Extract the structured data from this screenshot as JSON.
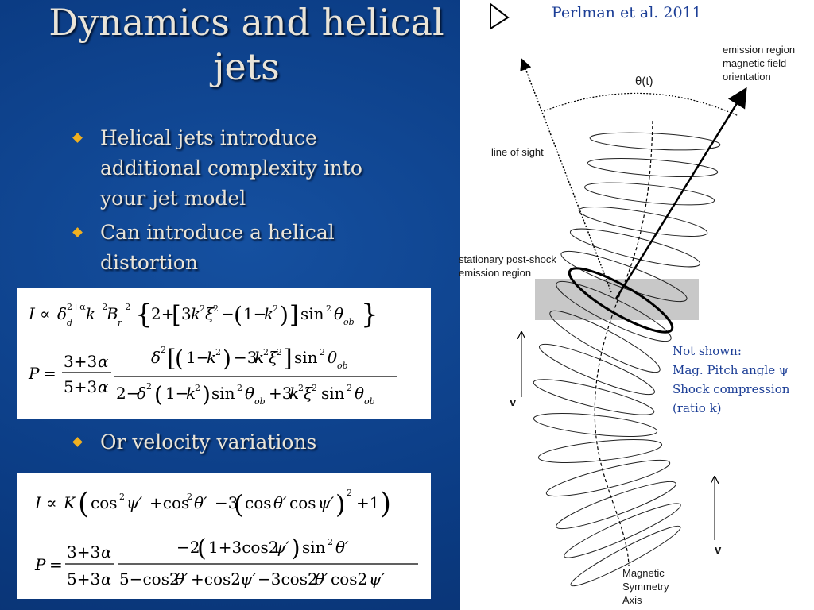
{
  "slide": {
    "title_line1": "Dynamics and helical",
    "title_line2": "jets",
    "bullets": [
      {
        "lines": [
          "Helical jets introduce",
          "additional complexity into",
          "your jet model"
        ]
      },
      {
        "lines": [
          "Can introduce a helical",
          "distortion"
        ]
      }
    ],
    "bullet3": "Or velocity variations",
    "bullet_color": "#f0b020",
    "background_color": "#0b3c84"
  },
  "figure": {
    "citation": "Perlman et al. 2011",
    "labels": {
      "emission_region": [
        "emission region",
        "magnetic field",
        "orientation"
      ],
      "theta": "θ(t)",
      "line_of_sight": "line of sight",
      "stationary": [
        "stationary post-shock",
        "emission region"
      ],
      "v_left": "v",
      "v_right": "v",
      "axis": [
        "Magnetic",
        "Symmetry",
        "Axis"
      ]
    },
    "note": [
      "Not shown:",
      "Mag. Pitch angle ψ",
      "Shock compression",
      "(ratio k)"
    ]
  },
  "equations": {
    "eq1": {
      "I_lhs": "I ∝ δ",
      "I_sup1": "2+α",
      "I_sub1": "d",
      "k_term": "k",
      "k_sup": "−2",
      "B": "B",
      "B_sub": "r",
      "B_sup": "−2",
      "bracket_content": "2 + [ 3k²ξ² − (1 − k²) ] sin² θ"
    }
  }
}
